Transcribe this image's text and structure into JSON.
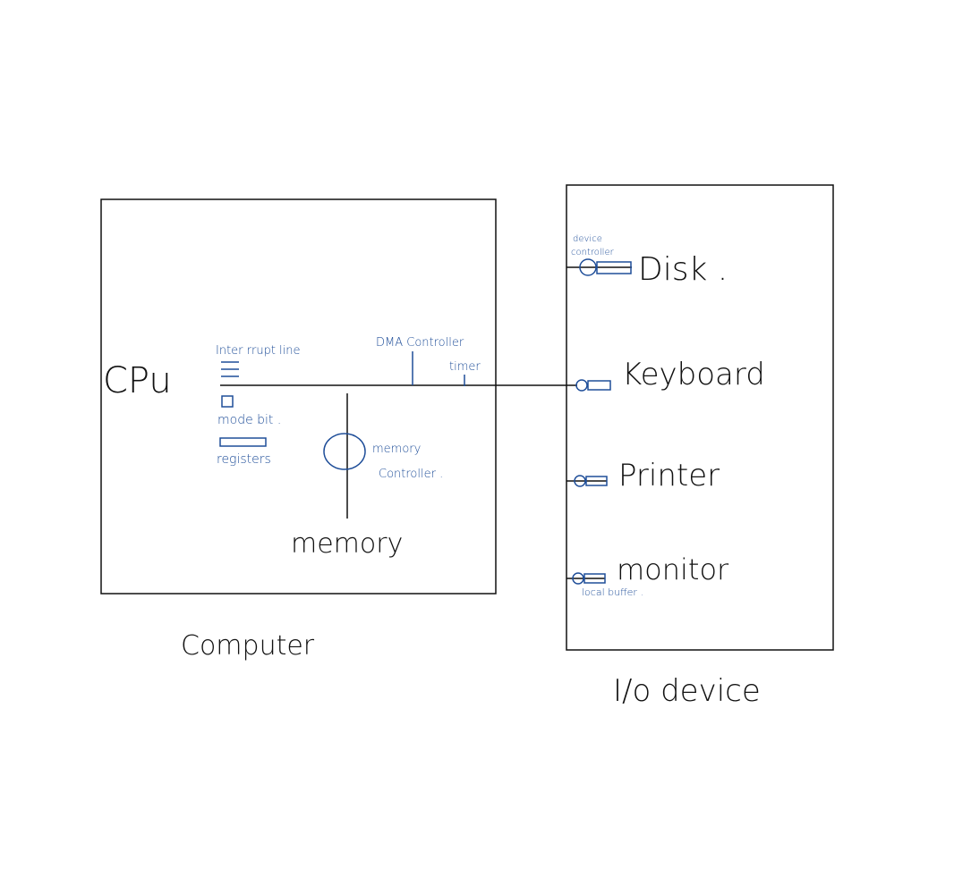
{
  "colors": {
    "ink": "#111111",
    "annotation": "#1f4e99",
    "background": "#ffffff"
  },
  "computer": {
    "caption": "Computer",
    "cpu_label": "CPu",
    "memory_label": "memory",
    "interrupt_line_label": "Inter rrupt line",
    "mode_bit_label": "mode bit .",
    "registers_label": "registers",
    "dma_label": "DMA Controller",
    "timer_label": "timer",
    "memory_controller_label_1": "memory",
    "memory_controller_label_2": "Controller ."
  },
  "io": {
    "caption": "I/o device",
    "device_controller_label_1": "device",
    "device_controller_label_2": "controller",
    "local_buffer_label": "local buffer .",
    "devices": [
      "Disk .",
      "Keyboard",
      "Printer",
      "monitor"
    ]
  }
}
